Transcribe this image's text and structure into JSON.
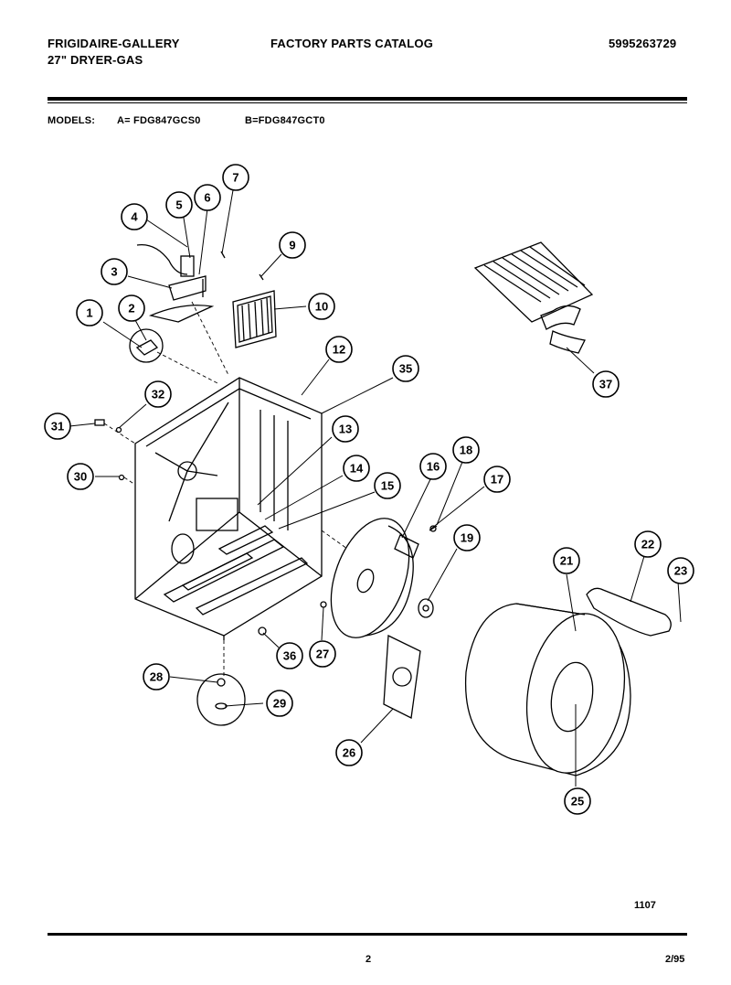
{
  "header": {
    "brand": "FRIGIDAIRE-GALLERY",
    "product": "27\" DRYER-GAS",
    "catalog_title": "FACTORY PARTS CATALOG",
    "catalog_number": "5995263729"
  },
  "models": {
    "label": "MODELS:",
    "model_a": "A= FDG847GCS0",
    "model_b": "B=FDG847GCT0"
  },
  "callouts": [
    "1",
    "2",
    "3",
    "4",
    "5",
    "6",
    "7",
    "9",
    "10",
    "12",
    "13",
    "14",
    "15",
    "16",
    "17",
    "18",
    "19",
    "21",
    "22",
    "23",
    "25",
    "26",
    "27",
    "28",
    "29",
    "30",
    "31",
    "32",
    "35",
    "36",
    "37"
  ],
  "footer": {
    "figure_code": "1107",
    "page_number": "2",
    "date": "2/95"
  }
}
